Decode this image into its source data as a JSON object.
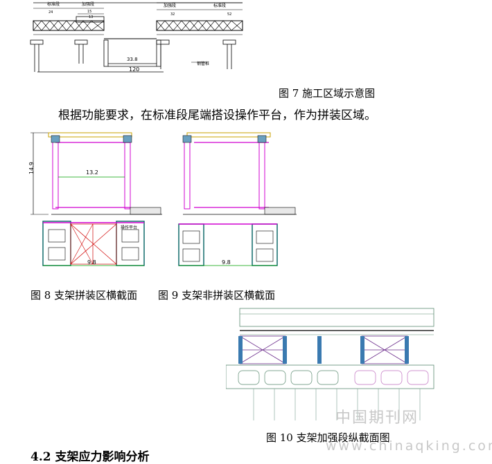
{
  "figure7": {
    "caption": "图 7 施工区域示意图",
    "labels": {
      "std_left": "标准段",
      "reinf_left": "加强段",
      "reinf_right": "加强段",
      "std_right": "标准段",
      "dim_a": "24",
      "dim_b": "15",
      "dim_c": "13",
      "dim_d": "32",
      "dim_e": "52",
      "dim_f": "33.8",
      "dim_total": "120",
      "note": "钢管桩"
    }
  },
  "paragraph": "根据功能要求，在标准段尾端搭设操作平台，作为拼装区域。",
  "figure8": {
    "caption": "图 8 支架拼装区横截面",
    "height_label": "14.9",
    "width_label": "13.2",
    "base_label": "9.8",
    "platform_label": "操作平台"
  },
  "figure9": {
    "caption": "图 9 支架非拼装区横截面",
    "base_label": "9.8"
  },
  "figure10": {
    "caption": "图 10 支架加强段纵截面图"
  },
  "watermark": {
    "cn": "中国期刊网",
    "url": "www.chinaqking.com"
  },
  "section_heading": "4.2 支架应力影响分析"
}
